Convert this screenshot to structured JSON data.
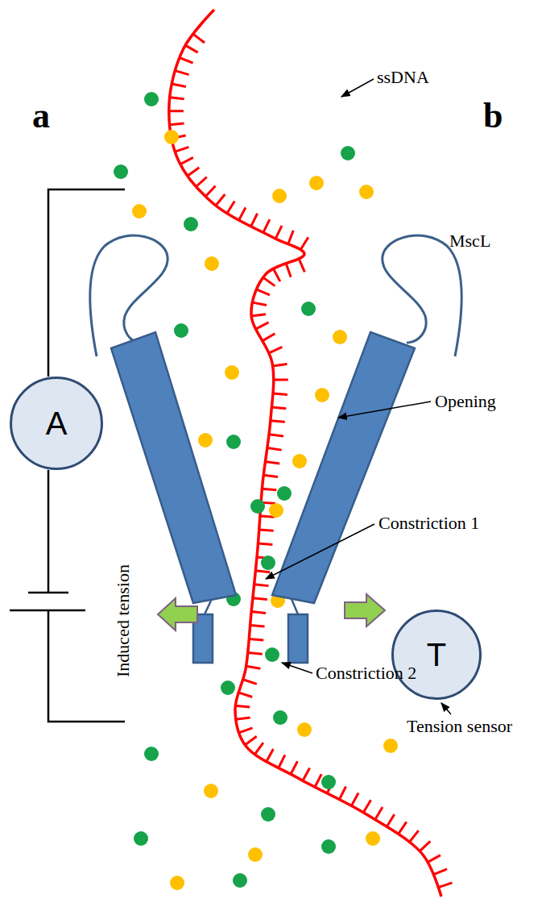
{
  "diagram": {
    "nodes": [
      {
        "text": [
          "A"
        ]
      },
      {
        "text": [
          "T"
        ]
      }
    ],
    "labels": [
      "ssDNA",
      "a",
      "b",
      "MscL",
      "Opening",
      "Constriction 1",
      "Constriction 2",
      "Induced tension",
      "Tension sensor"
    ]
  }
}
